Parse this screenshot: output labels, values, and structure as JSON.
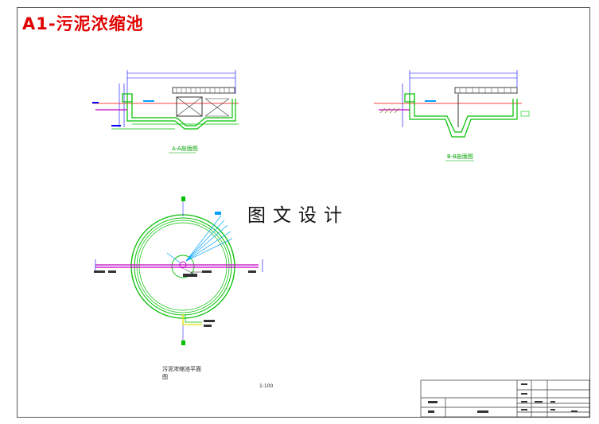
{
  "drawing": {
    "title": "A1-污泥浓缩池",
    "watermark": "图文设计",
    "section_a_label": "A-A剖面图",
    "section_b_label": "B-B剖面图",
    "plan_label_line1": "污泥浓缩池平面",
    "plan_label_line2": "图",
    "scale": "1:100"
  },
  "colors": {
    "title": "#e00000",
    "structure": "#00c000",
    "pipe": "#c000c0",
    "dimension": "#0000ff",
    "annotation": "#00a0ff",
    "accent": "#ff0000"
  }
}
